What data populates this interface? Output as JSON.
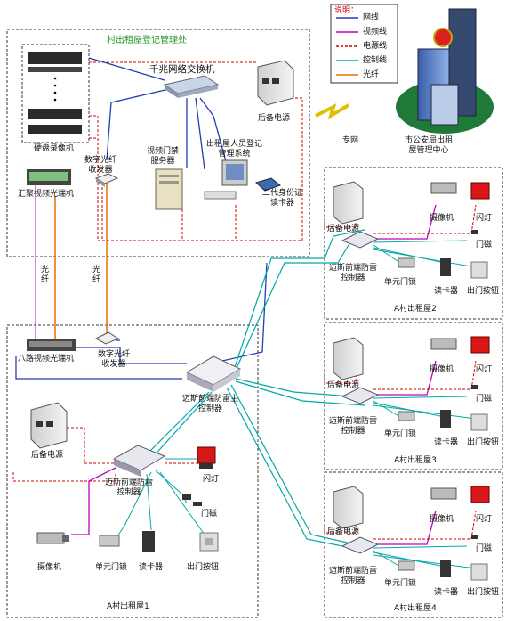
{
  "regions": {
    "management_office": "村出租屋登记管理处",
    "house1": "A村出租屋1",
    "house2": "A村出租屋2",
    "house3": "A村出租屋3",
    "house4": "A村出租屋4"
  },
  "legend": {
    "title": "说明：",
    "items": [
      {
        "label": "网线",
        "color": "#1f3fb5"
      },
      {
        "label": "视频线",
        "color": "#c000c0"
      },
      {
        "label": "电源线",
        "color": "#d00000"
      },
      {
        "label": "控制线",
        "color": "#00a8a8"
      },
      {
        "label": "光纤",
        "color": "#e07000"
      }
    ]
  },
  "office": {
    "switch": "千兆网络交换机",
    "dvr": "硬盘录像机",
    "aggregator": "汇聚视频光端机",
    "fiber_transceiver": "数字光纤\n收发器",
    "video_server": "视频门禁\n服务器",
    "registration_system": "出租屋人员登记\n管理系统",
    "id_reader": "二代身份证\n读卡器",
    "backup_power": "后备电源"
  },
  "police": {
    "link": "专网",
    "center": "市公安局出租\n屋管理中心"
  },
  "fiber_labels": {
    "left": "光\n纤",
    "right": "光\n纤"
  },
  "house1": {
    "optical8": "八路视频光端机",
    "fiber_transceiver": "数字光纤\n收发器",
    "main_controller": "迈斯前端防雷主\n控制器",
    "backup_power": "后备电源",
    "controller": "迈斯前端防雷\n控制器",
    "flash": "闪灯",
    "door_magnet": "门磁",
    "camera": "摄像机",
    "lock": "单元门锁",
    "reader": "读卡器",
    "exit_button": "出门按钮"
  },
  "house_small": {
    "backup_power": "后备电源",
    "camera": "摄像机",
    "flash": "闪灯",
    "door_magnet": "门磁",
    "controller": "迈斯前端防雷\n控制器",
    "lock": "单元门锁",
    "reader": "读卡器",
    "exit_button": "出门按钮"
  }
}
